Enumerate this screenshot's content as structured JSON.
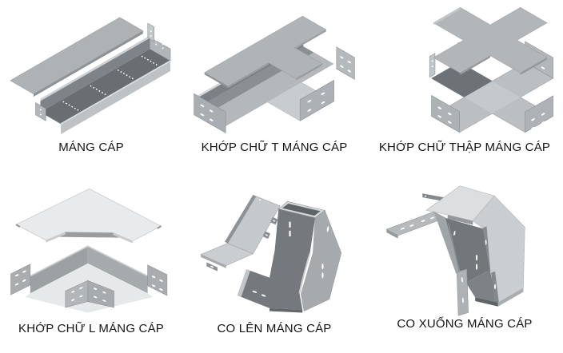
{
  "page": {
    "background": "#ffffff",
    "description_labels_language": "vi"
  },
  "palette": {
    "lid_light": "#aeb2b5",
    "lid_very_light": "#e9eaeb",
    "metal_dark": "#696e72",
    "metal_mid": "#9ba0a3",
    "wall_light": "#bec2c5",
    "flange": "#adb2b5",
    "slot_hole": "#ffffff",
    "text": "#141414"
  },
  "products": [
    {
      "id": "mang-cap",
      "label": "MÁNG CÁP"
    },
    {
      "id": "khop-chu-t",
      "label": "KHỚP CHỮ T MÁNG CÁP"
    },
    {
      "id": "khop-chu-thap",
      "label": "KHỚP CHỮ THẬP MÁNG CÁP"
    },
    {
      "id": "khop-chu-l",
      "label": "KHỚP CHỮ L MÁNG CÁP"
    },
    {
      "id": "co-len",
      "label": "CO LÊN MÁNG CÁP"
    },
    {
      "id": "co-xuong",
      "label": "CO XUỐNG MÁNG CÁP"
    }
  ]
}
